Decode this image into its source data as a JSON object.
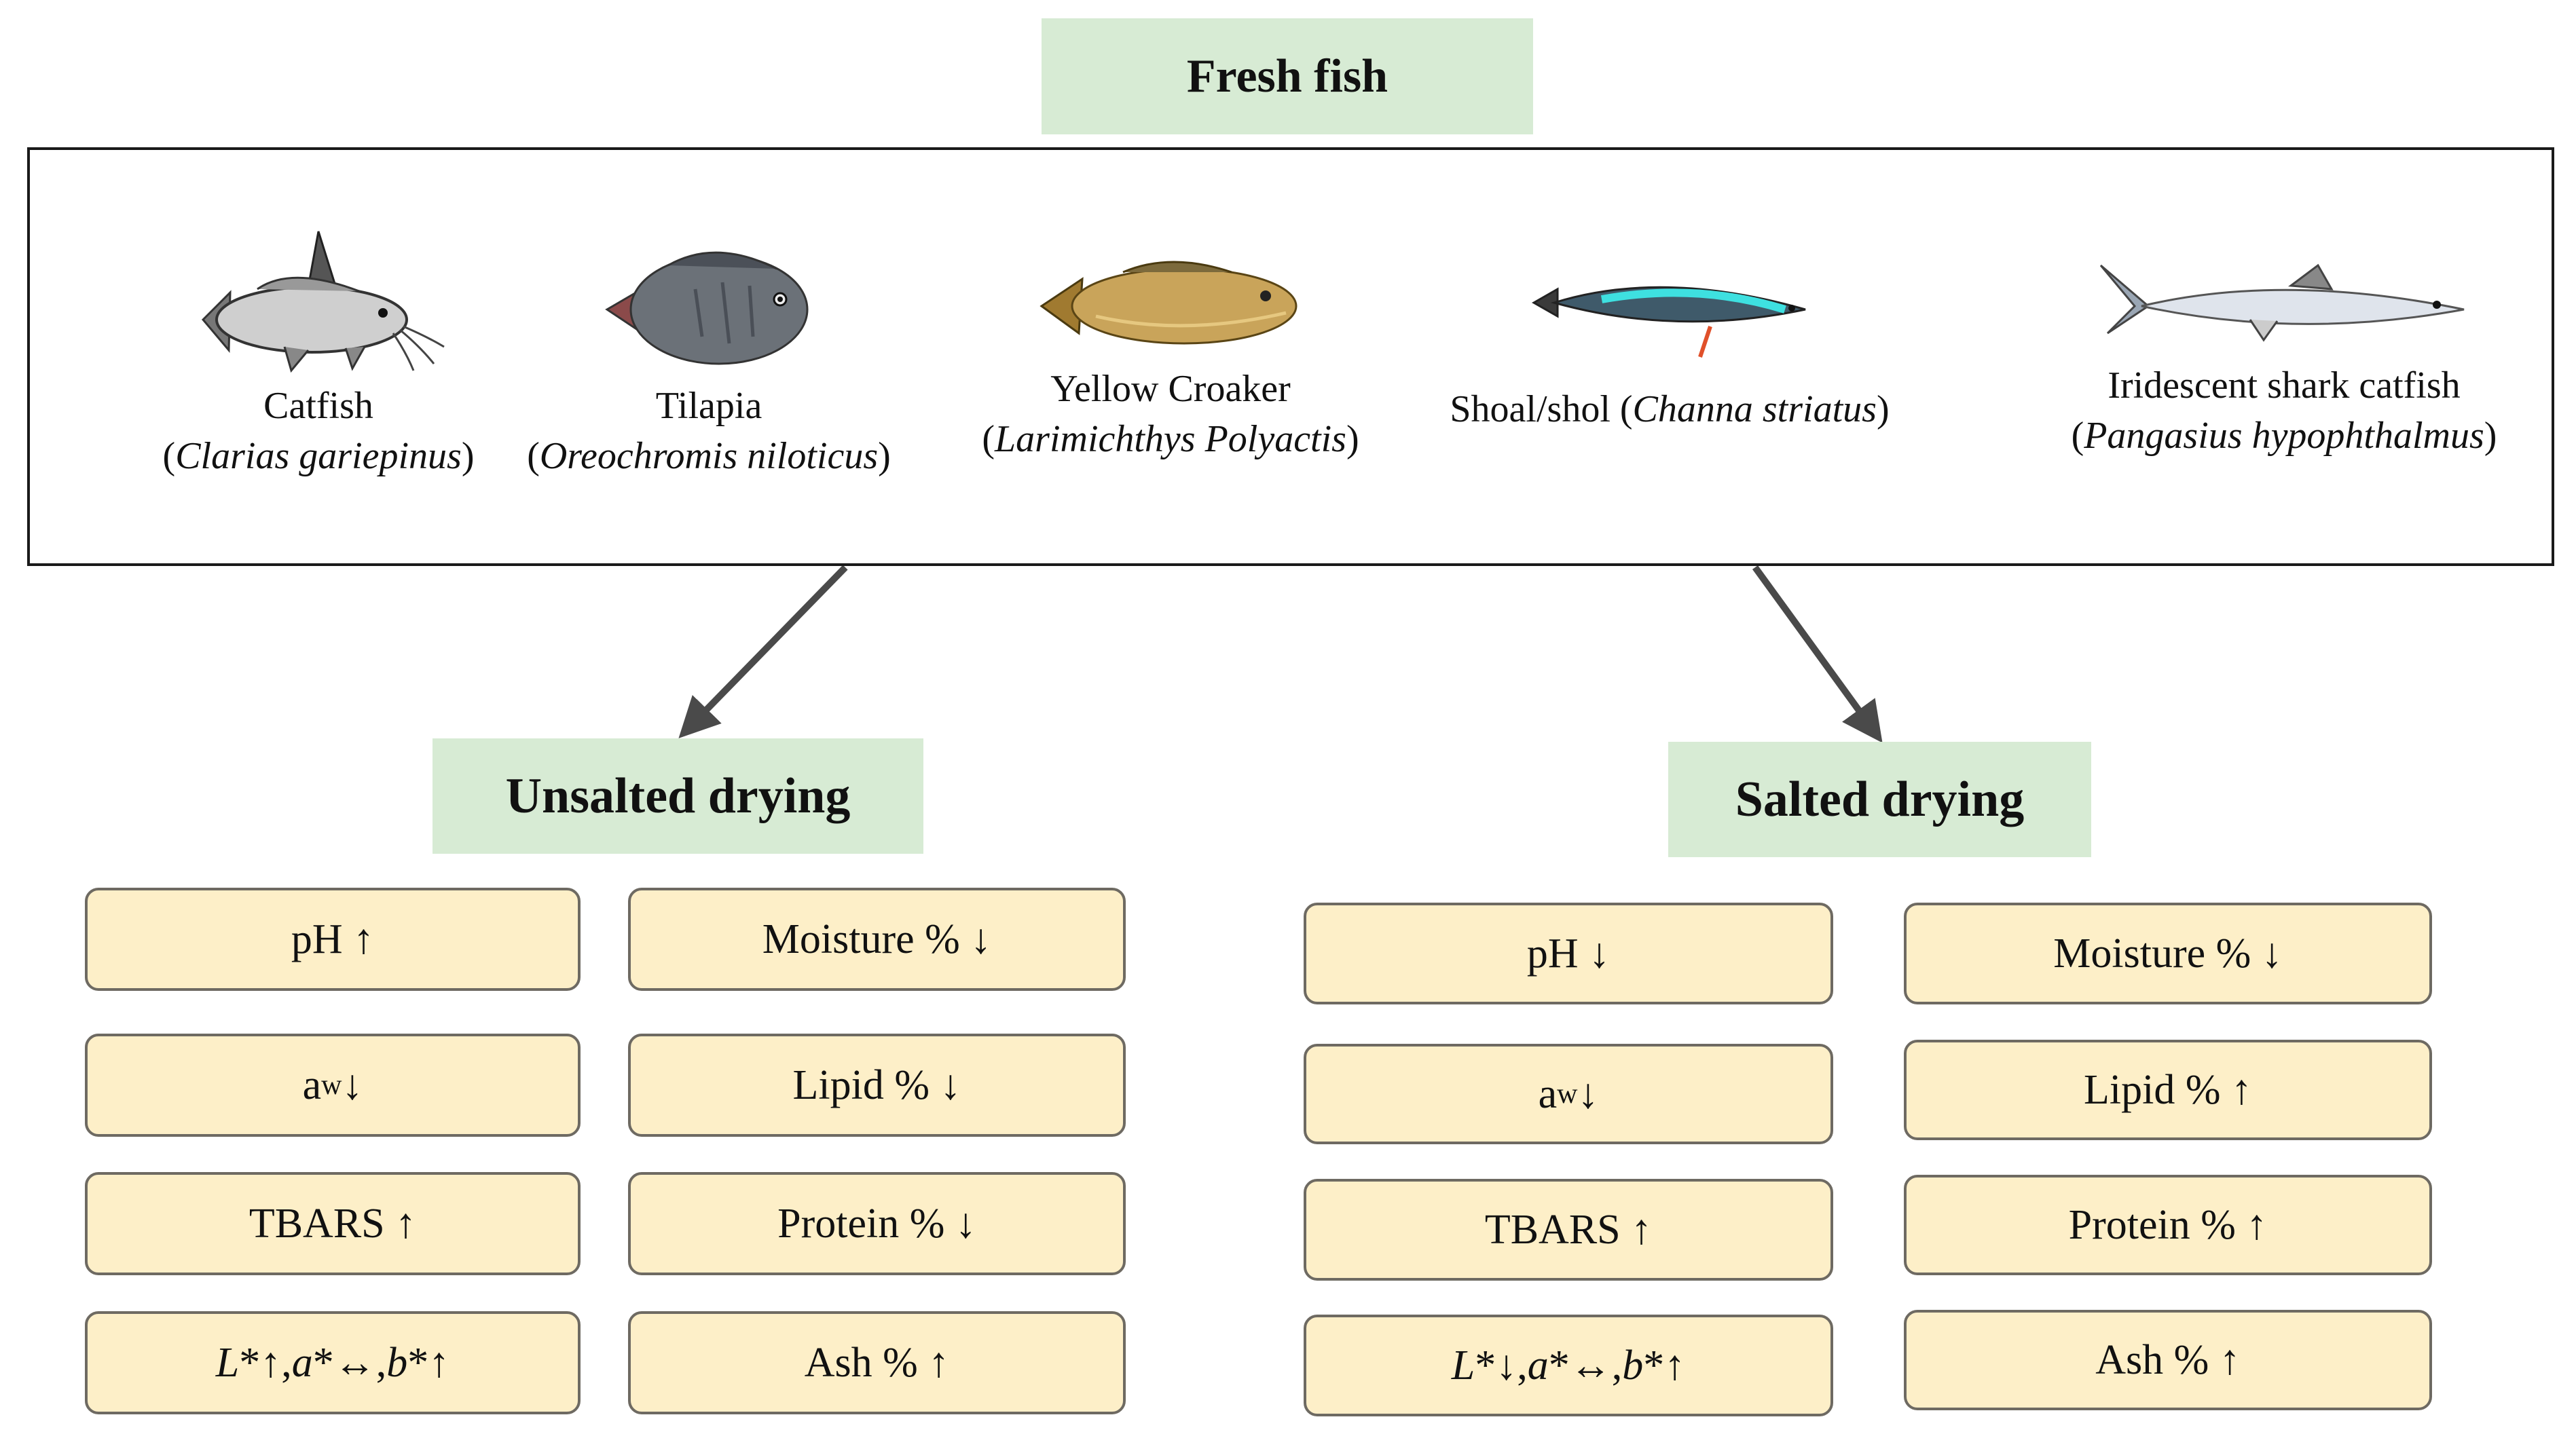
{
  "titles": {
    "fresh_fish": "Fresh fish",
    "unsalted": "Unsalted drying",
    "salted": "Salted drying"
  },
  "fish": [
    {
      "common": "Catfish",
      "open": "(",
      "scientific": "Clarias gariepinus",
      "close": ")",
      "icon": "catfish-icon"
    },
    {
      "common": "Tilapia",
      "open": "(",
      "scientific": "Oreochromis niloticus",
      "close": ")",
      "icon": "tilapia-icon"
    },
    {
      "common": "Yellow Croaker",
      "open": "(",
      "scientific": "Larimichthys Polyactis",
      "close": ")",
      "icon": "yellow-croaker-icon"
    },
    {
      "common": "Shoal/shol (",
      "scientific": "Channa striatus",
      "close": ")",
      "icon": "snakehead-icon"
    },
    {
      "common": "Iridescent shark catfish",
      "open": "(",
      "scientific": "Pangasius hypophthalmus",
      "close": ")",
      "icon": "shark-catfish-icon"
    }
  ],
  "unsalted": {
    "ph": "pH ↑",
    "aw_main": "a",
    "aw_sub": "w",
    "aw_arrow": " ↓",
    "tbars": "TBARS ↑",
    "color": {
      "l": "L",
      "l_arrow": "*↑, ",
      "a": "a",
      "a_arrow": "*↔, ",
      "b": "b",
      "b_arrow": "*↑"
    },
    "moisture": "Moisture % ↓",
    "lipid": "Lipid % ↓",
    "protein": "Protein % ↓",
    "ash": "Ash % ↑"
  },
  "salted": {
    "ph": "pH ↓",
    "aw_main": "a",
    "aw_sub": "w",
    "aw_arrow": " ↓",
    "tbars": "TBARS ↑",
    "color": {
      "l": "L",
      "l_arrow": "*↓, ",
      "a": "a",
      "a_arrow": "*↔, ",
      "b": "b",
      "b_arrow": "*↑"
    },
    "moisture": "Moisture % ↓",
    "lipid": "Lipid % ↑",
    "protein": "Protein % ↑",
    "ash": "Ash % ↑"
  },
  "colors": {
    "title_fill": "#d7ebd4",
    "param_fill": "#fdefc8",
    "arrow": "#4a4a4a"
  }
}
